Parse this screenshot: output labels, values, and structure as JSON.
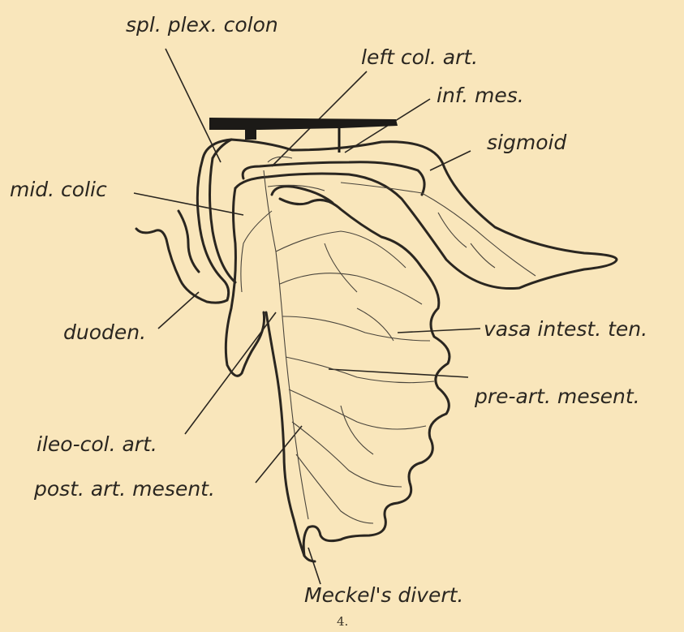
{
  "colors": {
    "paper": "#f9e6bb",
    "ink": "#2a2620",
    "vessel": "#4a453c",
    "clamp": "#1c1a17"
  },
  "labels": {
    "spl_plex_colon": "spl. plex. colon",
    "left_col_art": "left col. art.",
    "inf_mes": "inf. mes.",
    "sigmoid": "sigmoid",
    "mid_colic": "mid. colic",
    "duoden": "duoden.",
    "vasa_intest_ten": "vasa intest. ten.",
    "pre_art_mesent": "pre-art. mesent.",
    "ileo_col_art": "ileo-col. art.",
    "post_art_mesent": "post. art. mesent.",
    "meckels_divert": "Meckel's divert."
  },
  "figure_number": "4."
}
